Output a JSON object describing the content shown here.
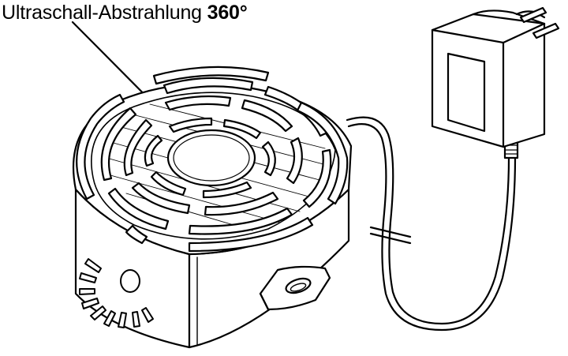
{
  "caption": {
    "label": "Ultraschall-Abstrahlung",
    "value": "360°"
  },
  "parts": {
    "device": "ultrasonic-emitter",
    "adapter": "power-plug-adapter",
    "cable": "power-cable",
    "mount": "mounting-tab"
  },
  "colors": {
    "line": "#000000",
    "fill": "#ffffff"
  }
}
